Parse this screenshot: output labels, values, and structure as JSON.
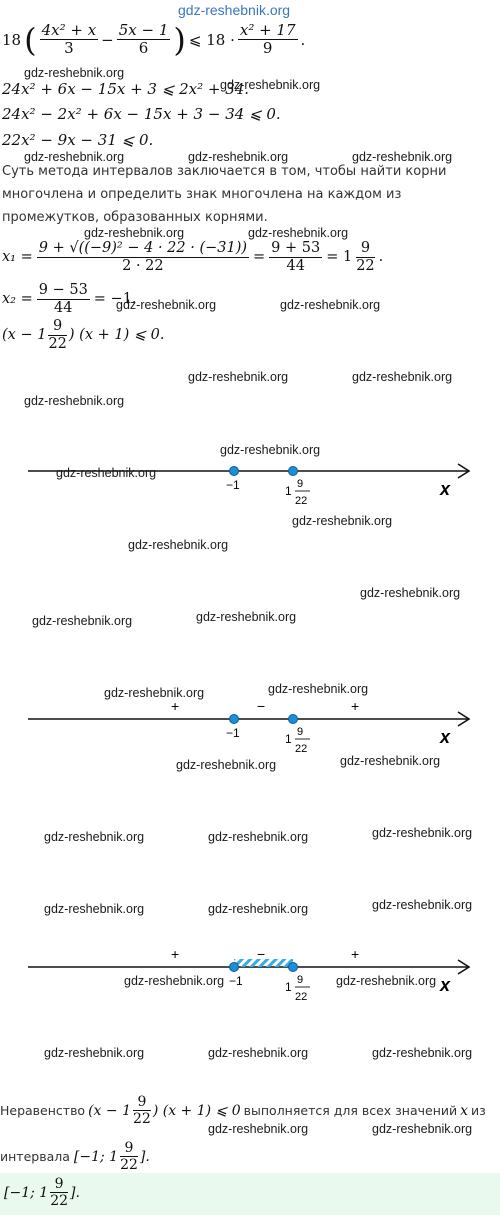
{
  "watermark": "gdz-reshebnik.org",
  "eq1": {
    "lhs_coef": "18",
    "f1_num": "4x² + x",
    "f1_den": "3",
    "minus": "−",
    "f2_num": "5x − 1",
    "f2_den": "6",
    "rel": "⩽ 18 ·",
    "f3_num": "x² + 17",
    "f3_den": "9",
    "end": "."
  },
  "eq2": "24x² + 6x − 15x + 3 ⩽ 2x² + 34.",
  "eq3": "24x² − 2x² + 6x − 15x + 3 − 34 ⩽ 0.",
  "eq4": "22x² − 9x − 31 ⩽ 0.",
  "explanation": "Суть метода интервалов заключается в том, чтобы найти корни многочлена и определить знак многочлена на каждом из промежутков, образованных корнями.",
  "x1": {
    "lhs": "x₁ =",
    "num": "9 + √((−9)² − 4 · 22 · (−31))",
    "den": "2 · 22",
    "eq": "=",
    "num2": "9 + 53",
    "den2": "44",
    "result_whole": "= 1",
    "result_num": "9",
    "result_den": "22",
    "end": "."
  },
  "x2": {
    "lhs": "x₂ =",
    "num": "9 − 53",
    "den": "44",
    "result": "= −1."
  },
  "factored": {
    "open": "(x − 1",
    "num": "9",
    "den": "22",
    "close": ") (x + 1) ⩽ 0."
  },
  "number_line": {
    "root1": "−1",
    "root2_whole": "1",
    "root2_num": "9",
    "root2_den": "22",
    "axis": "x",
    "signs": [
      "+",
      "−",
      "+"
    ]
  },
  "conclusion": {
    "before": "Неравенство",
    "expr_open": "(x − 1",
    "expr_num": "9",
    "expr_den": "22",
    "expr_close": ") (x + 1) ⩽ 0",
    "middle": "выполняется для всех значений",
    "var": "x",
    "after": "из",
    "line2": "интервала",
    "interval_open": "[−1; 1",
    "interval_num": "9",
    "interval_den": "22",
    "interval_close": "]."
  },
  "answer": {
    "open": "[−1; 1",
    "num": "9",
    "den": "22",
    "close": "]."
  },
  "colors": {
    "watermark_top": "#3a76c4",
    "root_dot": "#1d8fd8",
    "hatch": "#34aee0",
    "answer_bg": "#e9f9ee"
  }
}
